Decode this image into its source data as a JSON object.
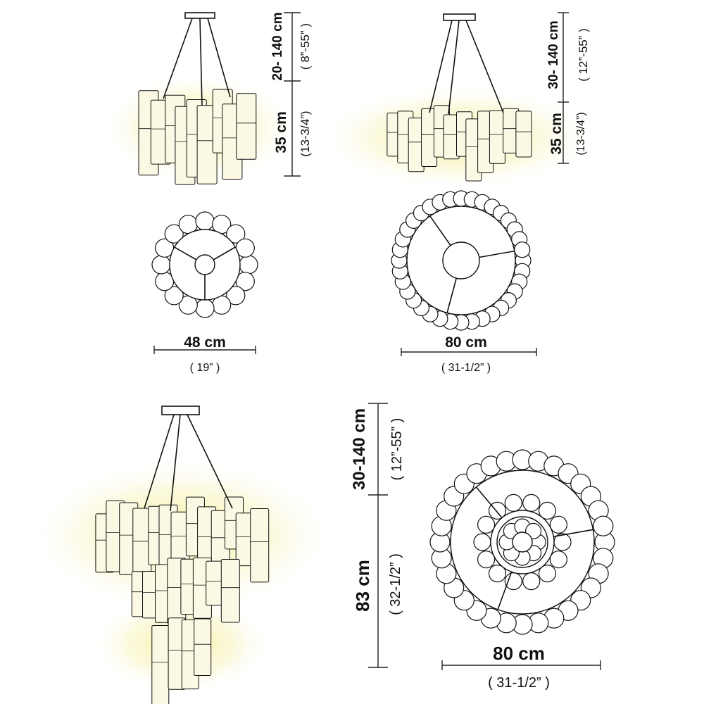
{
  "fixture_small": {
    "drop_cm": "20- 140 cm",
    "drop_in": "( 8”-55” )",
    "height_cm": "35 cm",
    "height_in": "(13-3/4”)",
    "diameter_cm": "48 cm",
    "diameter_in": "( 19” )"
  },
  "fixture_medium": {
    "drop_cm": "30- 140 cm",
    "drop_in": "( 12”-55” )",
    "height_cm": "35 cm",
    "height_in": "(13-3/4”)",
    "diameter_cm": "80 cm",
    "diameter_in": "( 31-1/2” )"
  },
  "fixture_large": {
    "drop_cm": "30-140 cm",
    "drop_in": "( 12”-55” )",
    "height_cm": "83 cm",
    "height_in": "( 32-1/2” )",
    "diameter_cm": "80 cm",
    "diameter_in": "( 31-1/2” )"
  },
  "colors": {
    "glow": "#f5f0a0",
    "line": "#111111",
    "tube": "#fbf9e4"
  }
}
